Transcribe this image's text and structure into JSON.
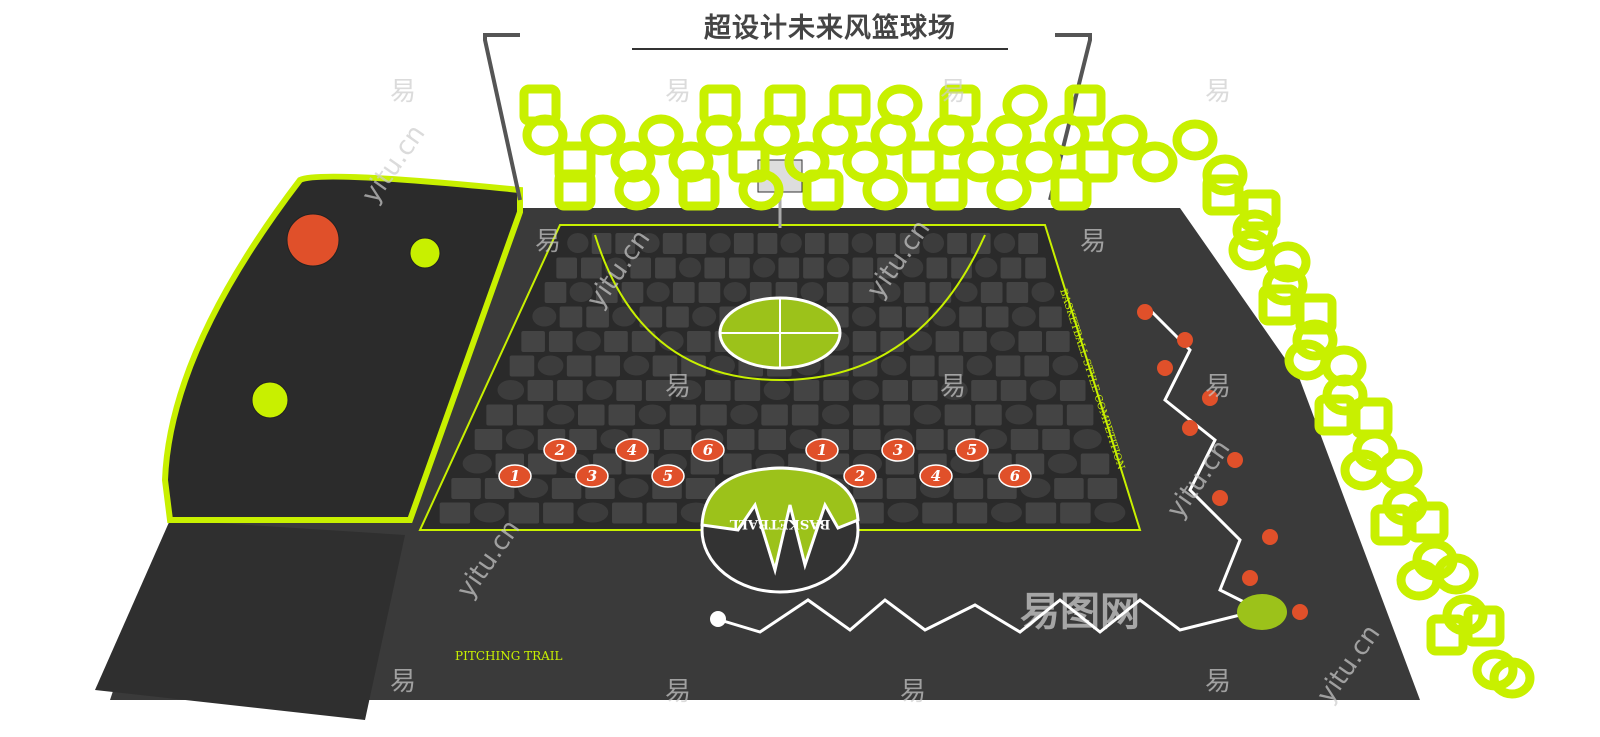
{
  "title": "超设计未来风篮球场",
  "court": {
    "left_numbers": [
      "2",
      "4",
      "6",
      "1",
      "3",
      "5"
    ],
    "right_numbers": [
      "1",
      "3",
      "5",
      "2",
      "4",
      "6"
    ],
    "center_logo_text": "BASKETBALL",
    "side_text": "BASKETBALL STYLE COMPETITION",
    "trail_text": "PITCHING TRAIL"
  },
  "watermarks": {
    "glyph": "易",
    "site": "yitu.cn",
    "brand": "易图网"
  },
  "colors": {
    "accent": "#c8f000",
    "court": "#3a3a3a",
    "tile": "#2c2c2c",
    "ball": "#e0502a"
  }
}
